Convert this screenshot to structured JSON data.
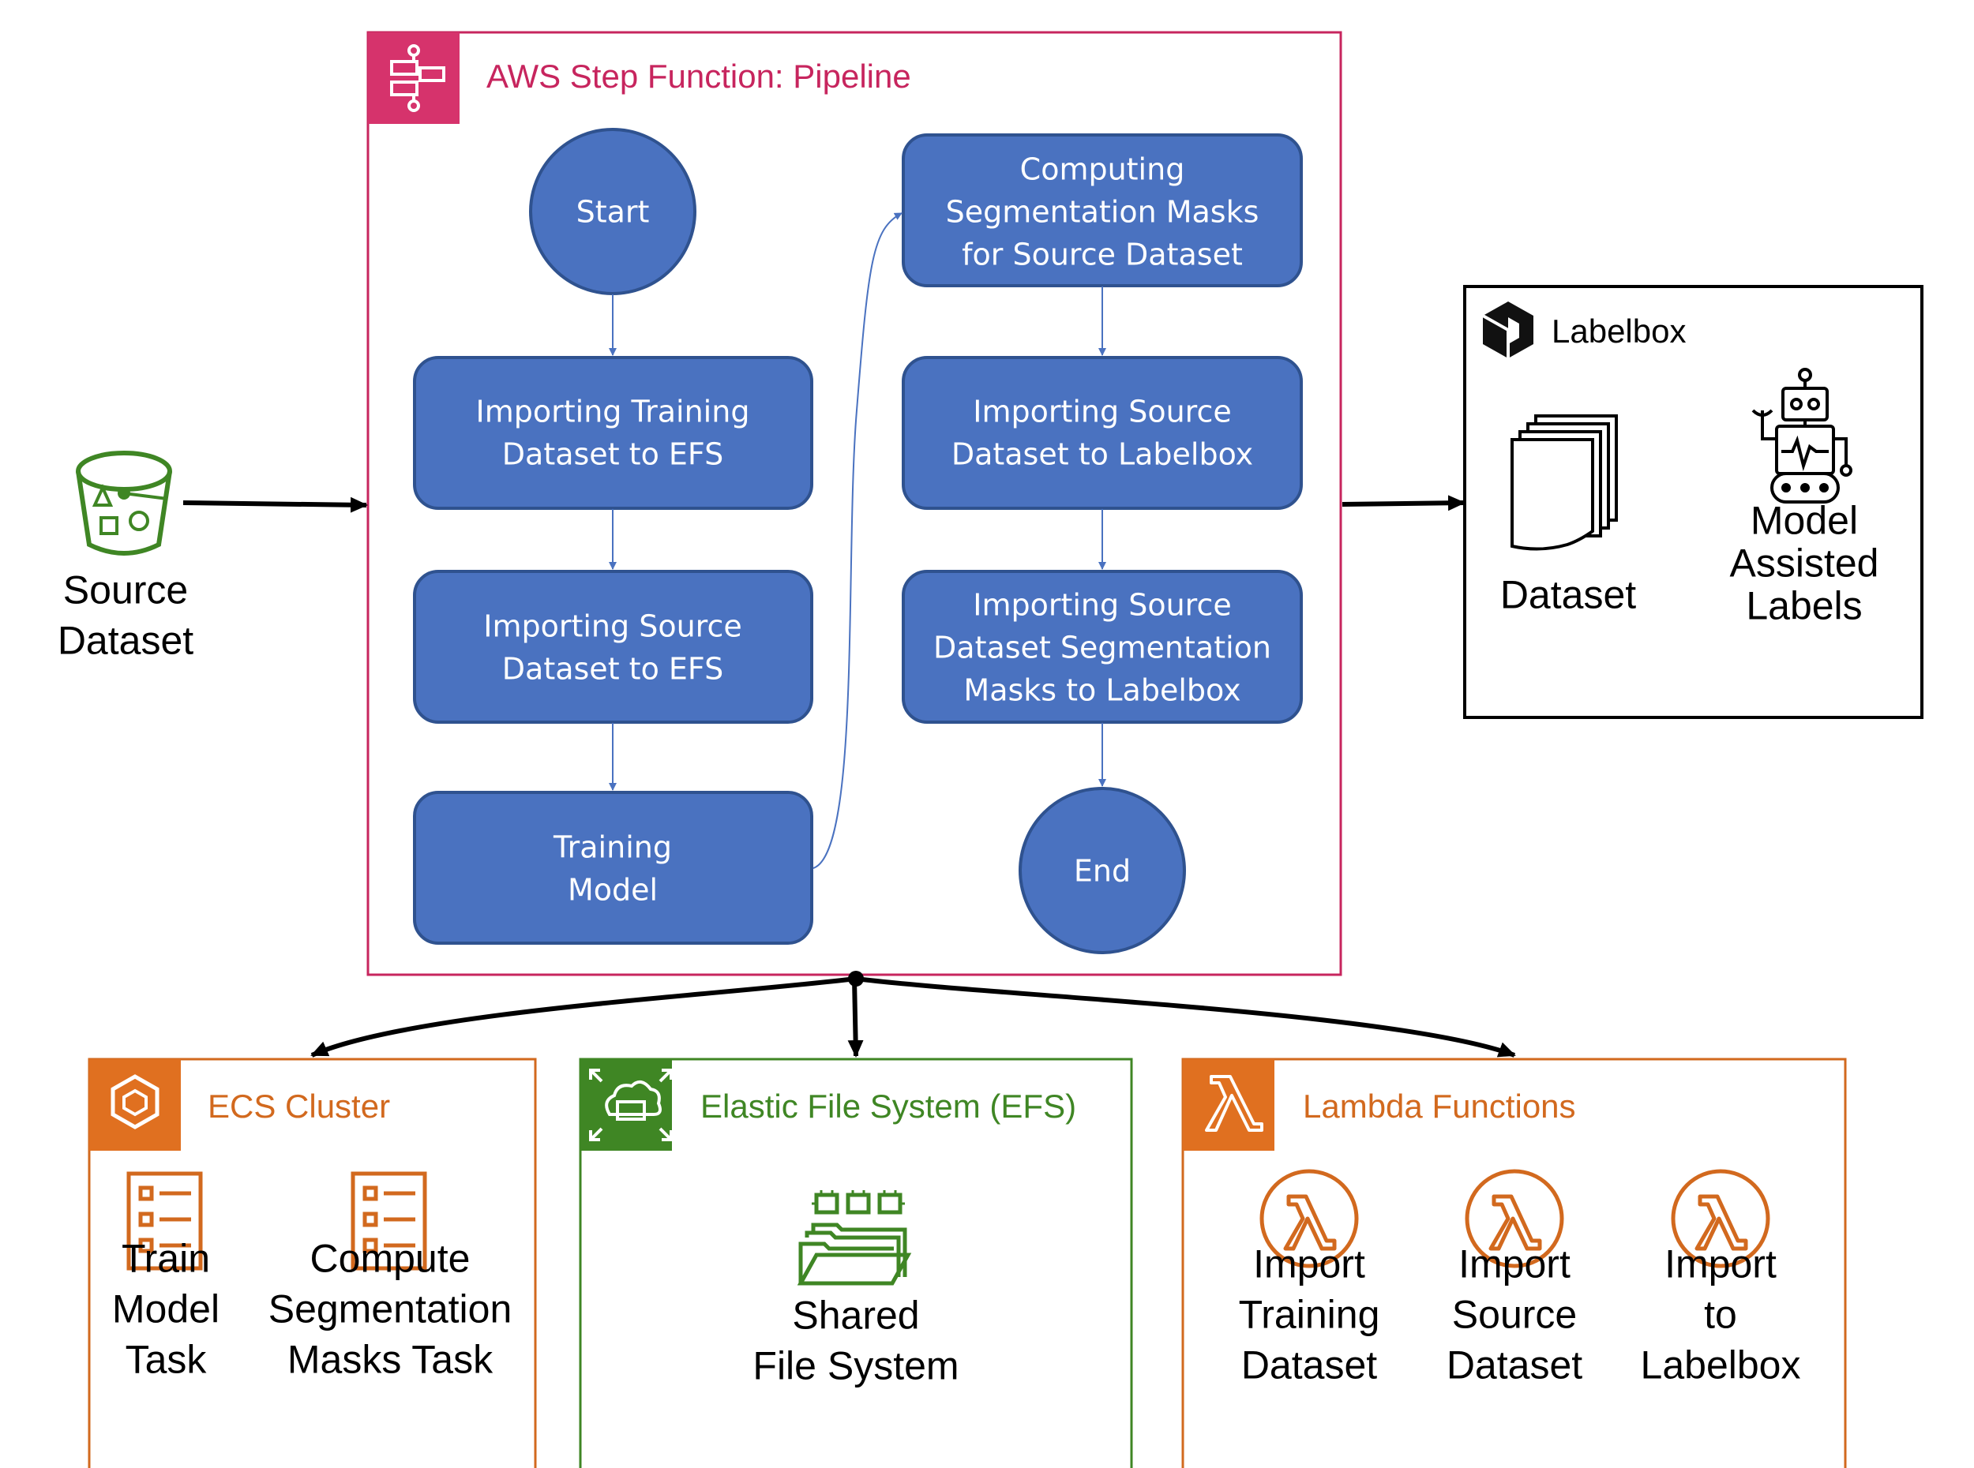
{
  "pipeline": {
    "title": "AWS Step Function: Pipeline",
    "nodes": {
      "start": [
        "Start"
      ],
      "import_training": [
        "Importing Training",
        "Dataset to EFS"
      ],
      "import_source_efs": [
        "Importing Source",
        "Dataset to EFS"
      ],
      "training_model": [
        "Training",
        "Model"
      ],
      "computing_masks": [
        "Computing",
        "Segmentation Masks",
        "for Source Dataset"
      ],
      "import_source_labelbox": [
        "Importing Source",
        "Dataset to Labelbox"
      ],
      "import_masks_labelbox": [
        "Importing Source",
        "Dataset Segmentation",
        "Masks to Labelbox"
      ],
      "end": [
        "End"
      ]
    }
  },
  "source": {
    "label": [
      "Source",
      "Dataset"
    ]
  },
  "labelbox": {
    "title": "Labelbox",
    "dataset_label": [
      "Dataset"
    ],
    "model_label": [
      "Model",
      "Assisted",
      "Labels"
    ]
  },
  "ecs": {
    "title": "ECS Cluster",
    "task1": [
      "Train",
      "Model",
      "Task"
    ],
    "task2": [
      "Compute",
      "Segmentation",
      "Masks Task"
    ]
  },
  "efs": {
    "title": "Elastic File System (EFS)",
    "label": [
      "Shared",
      "File System"
    ]
  },
  "lambda": {
    "title": "Lambda Functions",
    "fn1": [
      "Import",
      "Training",
      "Dataset"
    ],
    "fn2": [
      "Import",
      "Source",
      "Dataset"
    ],
    "fn3": [
      "Import",
      "to",
      "Labelbox"
    ]
  },
  "colors": {
    "step_function": "#C7255E",
    "node_fill": "#4A72C0",
    "node_stroke": "#2F528F",
    "ecs": "#D2691E",
    "efs": "#3F8624",
    "lambda": "#D2691E"
  },
  "icons": {
    "pipeline": "step-functions-icon",
    "source": "s3-bucket-icon",
    "labelbox": "labelbox-logo-icon",
    "dataset": "documents-icon",
    "model": "robot-icon",
    "ecs": "ecs-icon",
    "task": "task-list-icon",
    "efs": "efs-icon",
    "shared_fs": "folder-chip-icon",
    "lambda": "lambda-icon"
  }
}
